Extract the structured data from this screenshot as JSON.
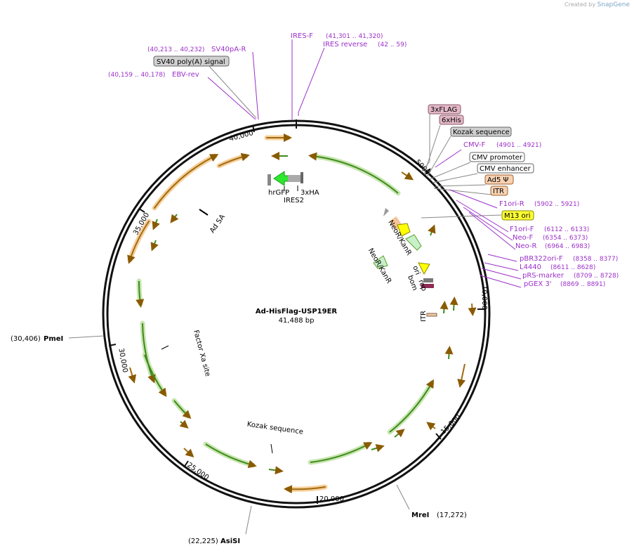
{
  "brand": {
    "created_by": "Created by",
    "name": "SnapGene"
  },
  "plasmid": {
    "name": "Ad-HisFlag-USP19ER",
    "size": "41,488 bp"
  },
  "ticks": [
    "5000",
    "10,000",
    "15,000",
    "20,000",
    "25,000",
    "30,000",
    "35,000",
    "40,000"
  ],
  "enzymes": [
    {
      "name": "PmeI",
      "coord": "(30,406)"
    },
    {
      "name": "AsiSI",
      "coord": "(22,225)"
    },
    {
      "name": "MreI",
      "coord": "(17,272)"
    }
  ],
  "primers_top": [
    {
      "name": "IRES-F",
      "coord": "(41,301 .. 41,320)"
    },
    {
      "name": "IRES reverse",
      "coord": "(42 .. 59)"
    },
    {
      "name": "SV40pA-R",
      "coord": "(40,213 .. 40,232)"
    },
    {
      "name": "EBV-rev",
      "coord": "(40,159 .. 40,178)"
    }
  ],
  "boxed_top": {
    "sv40": "SV40 poly(A) signal"
  },
  "right_labels": {
    "flag": "3xFLAG",
    "his": "6xHis",
    "kozak": "Kozak sequence",
    "cmvf": "CMV-F",
    "cmvf_coord": "(4901 .. 4921)",
    "cmvp": "CMV promoter",
    "cmve": "CMV enhancer",
    "ad5": "Ad5 Ψ",
    "itr": "ITR",
    "f1r": "F1ori-R",
    "f1r_coord": "(5902 .. 5921)",
    "m13": "M13 ori",
    "f1f": "F1ori-F",
    "f1f_coord": "(6112 .. 6133)",
    "neof": "Neo-F",
    "neof_coord": "(6354 .. 6373)",
    "neor": "Neo-R",
    "neor_coord": "(6964 .. 6983)",
    "pbr": "pBR322ori-F",
    "pbr_coord": "(8358 .. 8377)",
    "l4440": "L4440",
    "l4440_coord": "(8611 .. 8628)",
    "prs": "pRS-marker",
    "prs_coord": "(8709 .. 8728)",
    "pgex": "pGEX 3'",
    "pgex_coord": "(8869 .. 8891)"
  },
  "inner_labels": {
    "hrgfp": "hrGFP",
    "ires2": "IRES2",
    "ha": "3xHA",
    "adsa": "Ad SA",
    "neo1": "NeoR/KanR",
    "neo2": "NeoR/KanR",
    "ori": "ori",
    "rop": "rop",
    "bom": "bom",
    "itr2": "ITR",
    "factor": "Factor Xa site",
    "kozak2": "Kozak sequence"
  },
  "colors": {
    "feature_orange": "#f5a623",
    "feature_green": "#5aa02c",
    "primer": "#9b30c8"
  }
}
